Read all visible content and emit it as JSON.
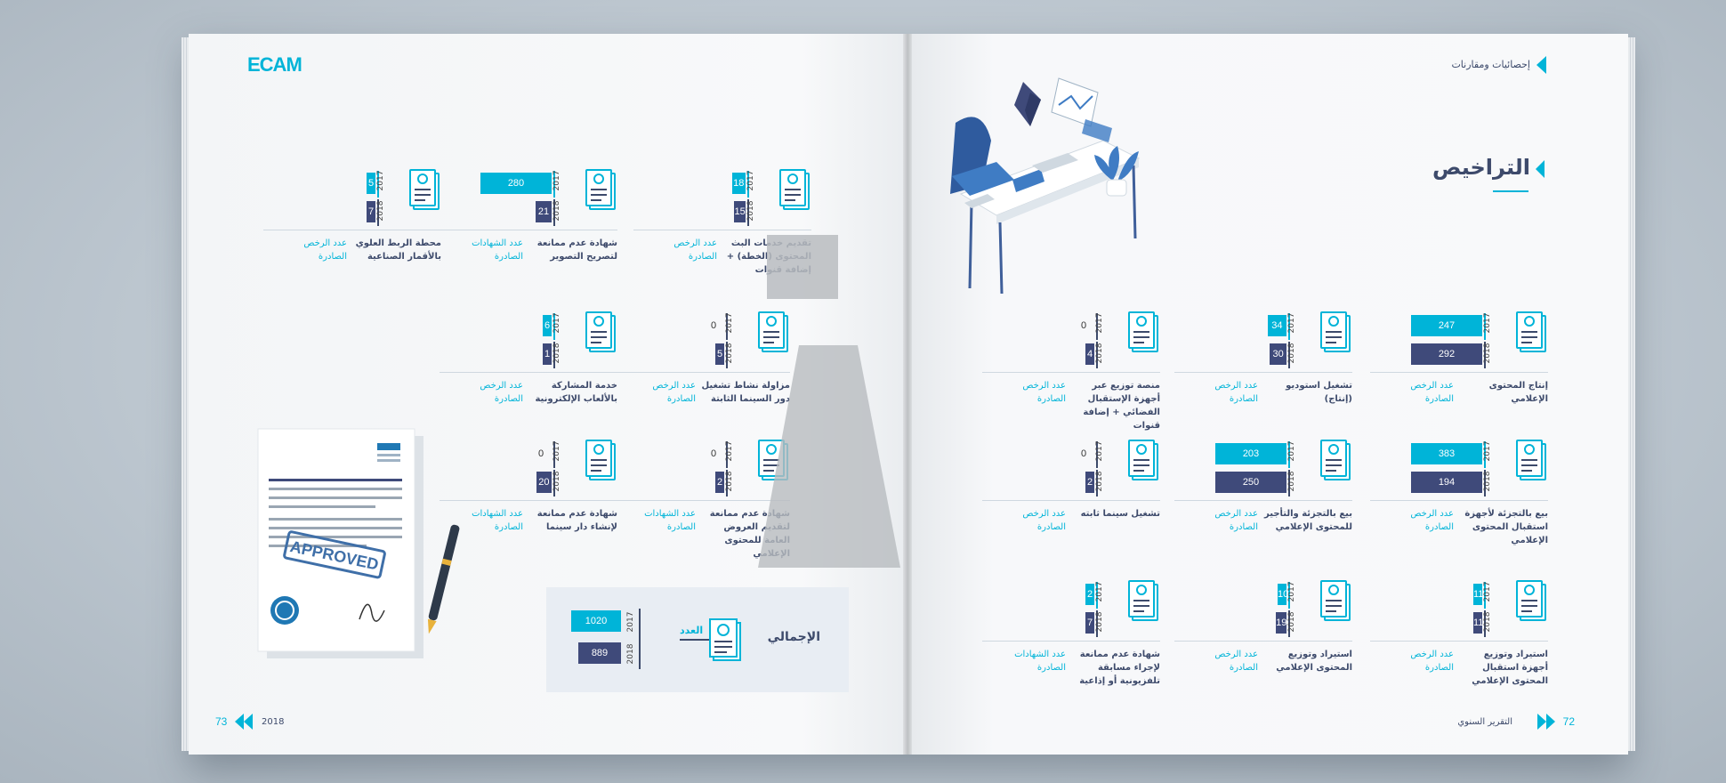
{
  "left_page": {
    "logo": "ECAM",
    "page_number": "73",
    "year": "2018",
    "total": {
      "label": "الإجمالي",
      "count_label": "العدد",
      "y2017_label": "2017",
      "y2018_label": "2018",
      "v2017": "1020",
      "v2018": "889"
    },
    "stats": [
      {
        "id": "s1",
        "label": "محطة الربط العلوي بالأقمار الصناعية",
        "count": "عدد الرخص الصادرة",
        "v2017": "5",
        "v2018": "7"
      },
      {
        "id": "s2",
        "label": "شهادة عدم ممانعة لتصريح التصوير",
        "count": "عدد الشهادات الصادرة",
        "v2017": "280",
        "v2018": "21"
      },
      {
        "id": "s3",
        "label": "تقديم خدمات البث المحتوى (الخطة) + إضافة قنوات",
        "count": "عدد الرخص الصادرة",
        "v2017": "18",
        "v2018": "15"
      },
      {
        "id": "s4",
        "label": "خدمة المشاركة بالألعاب الإلكترونية",
        "count": "عدد الرخص الصادرة",
        "v2017": "6",
        "v2018": "1"
      },
      {
        "id": "s5",
        "label": "مزاولة نشاط تشغيل دور السينما الثابتة",
        "count": "عدد الرخص الصادرة",
        "v2017": "0",
        "v2018": "5"
      },
      {
        "id": "s6",
        "label": "شهادة عدم ممانعة لإنشاء دار سينما",
        "count": "عدد الشهادات الصادرة",
        "v2017": "0",
        "v2018": "20"
      },
      {
        "id": "s7",
        "label": "شهادة عدم ممانعة لتقديم العروض العامة للمحتوى الإعلامي",
        "count": "عدد الشهادات الصادرة",
        "v2017": "0",
        "v2018": "2"
      }
    ],
    "stamp": "APPROVED"
  },
  "right_page": {
    "section": "إحصائيات ومقارنات",
    "title": "التراخيص",
    "page_number": "72",
    "footer": "التقرير السنوي",
    "stats": [
      {
        "id": "r1",
        "label": "إنتاج المحتوى الإعلامي",
        "count": "عدد الرخص الصادرة",
        "v2017": "247",
        "v2018": "292"
      },
      {
        "id": "r2",
        "label": "تشغيل استوديو (إنتاج)",
        "count": "عدد الرخص الصادرة",
        "v2017": "34",
        "v2018": "30"
      },
      {
        "id": "r3",
        "label": "منصة توزيع عبر أجهزة الإستقبال الفضائي + إضافة قنوات",
        "count": "عدد الرخص الصادرة",
        "v2017": "0",
        "v2018": "4"
      },
      {
        "id": "r4",
        "label": "بيع بالتجزئة لأجهزة استقبال المحتوى الإعلامي",
        "count": "عدد الرخص الصادرة",
        "v2017": "383",
        "v2018": "194"
      },
      {
        "id": "r5",
        "label": "بيع بالتجزئة والتأجير للمحتوى الإعلامي",
        "count": "عدد الرخص الصادرة",
        "v2017": "203",
        "v2018": "250"
      },
      {
        "id": "r6",
        "label": "تشغيل سينما ثابته",
        "count": "عدد الرخص الصادرة",
        "v2017": "0",
        "v2018": "2"
      },
      {
        "id": "r7",
        "label": "استيراد وتوزيع أجهزة استقبال المحتوى الإعلامي",
        "count": "عدد الرخص الصادرة",
        "v2017": "11",
        "v2018": "11"
      },
      {
        "id": "r8",
        "label": "استيراد وتوزيع المحتوى الإعلامي",
        "count": "عدد الرخص الصادرة",
        "v2017": "10",
        "v2018": "19"
      },
      {
        "id": "r9",
        "label": "شهادة عدم ممانعة لإجراء مسابقة تلفزيونية أو إذاعية",
        "count": "عدد الشهادات الصادرة",
        "v2017": "2",
        "v2018": "7"
      }
    ]
  },
  "years": {
    "y2017": "2017",
    "y2018": "2018"
  },
  "colors": {
    "accent": "#00b4d8",
    "navy": "#3f4a7a",
    "text": "#3d4a6b"
  }
}
